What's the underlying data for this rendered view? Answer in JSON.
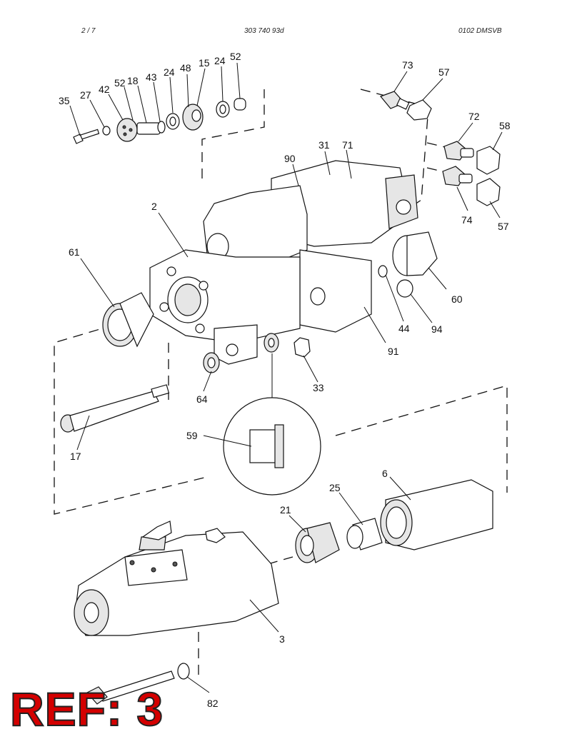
{
  "header": {
    "left": "2 /   7",
    "center": "303 740 93d",
    "right": "0102   DMSVB"
  },
  "callouts": [
    "35",
    "27",
    "42",
    "52",
    "18",
    "43",
    "24",
    "48",
    "15",
    "24",
    "52",
    "73",
    "57",
    "72",
    "58",
    "90",
    "31",
    "71",
    "2",
    "61",
    "60",
    "44",
    "94",
    "91",
    "33",
    "64",
    "17",
    "59",
    "6",
    "25",
    "21",
    "3",
    "82",
    "74",
    "57"
  ],
  "ref_stamp": "REF: 3"
}
